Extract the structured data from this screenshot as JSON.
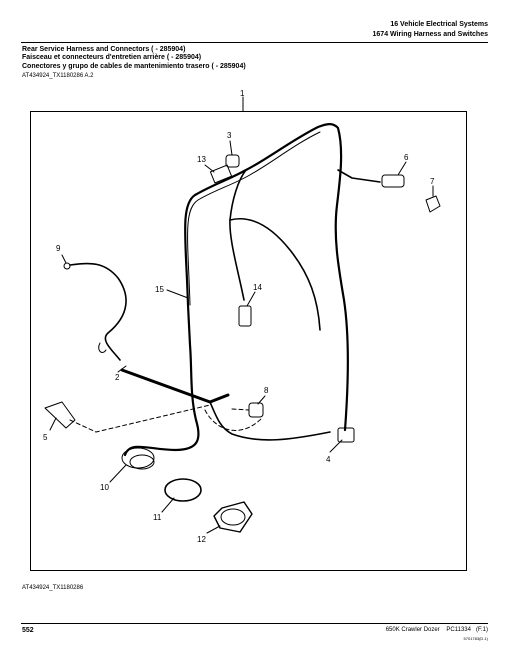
{
  "header": {
    "section": "16 Vehicle Electrical Systems",
    "subsection": "1674 Wiring Harness and Switches"
  },
  "titles": [
    "Rear Service Harness and Connectors ( - 285904)",
    "Faisceau et connecteurs d'entretien arrière ( - 285904)",
    "Conectores y grupo de cables de mantenimiento trasero ( - 285904)"
  ],
  "figure_id_top": "AT434924_TX1180286 A.2",
  "figure_id_bottom": "AT434924_TX1180286",
  "callouts": [
    "1",
    "2",
    "3",
    "4",
    "5",
    "6",
    "7",
    "8",
    "9",
    "10",
    "11",
    "12",
    "13",
    "14",
    "15"
  ],
  "footer": {
    "page": "552",
    "model": "650K Crawler Dozer",
    "manual": "PC11334",
    "revision": "(F.1)",
    "code": "5701783(D.1)"
  }
}
